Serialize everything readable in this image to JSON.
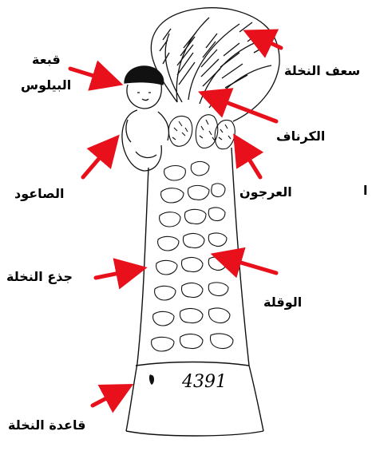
{
  "labels": {
    "crown": "سعف النخلة",
    "cap_line1": "قبعة",
    "cap_line2": "البيلوس",
    "karnaf": "الكرناف",
    "arjun": "العرجون",
    "climber": "الصاعود",
    "trunk": "جذع النخلة",
    "waqla": "الوقلة",
    "base": "قاعدة النخلة",
    "stray_mark": "ا"
  },
  "specimen_number": "4391",
  "colors": {
    "arrow": "#e8101b",
    "ink": "#111111",
    "label": "#000000"
  }
}
